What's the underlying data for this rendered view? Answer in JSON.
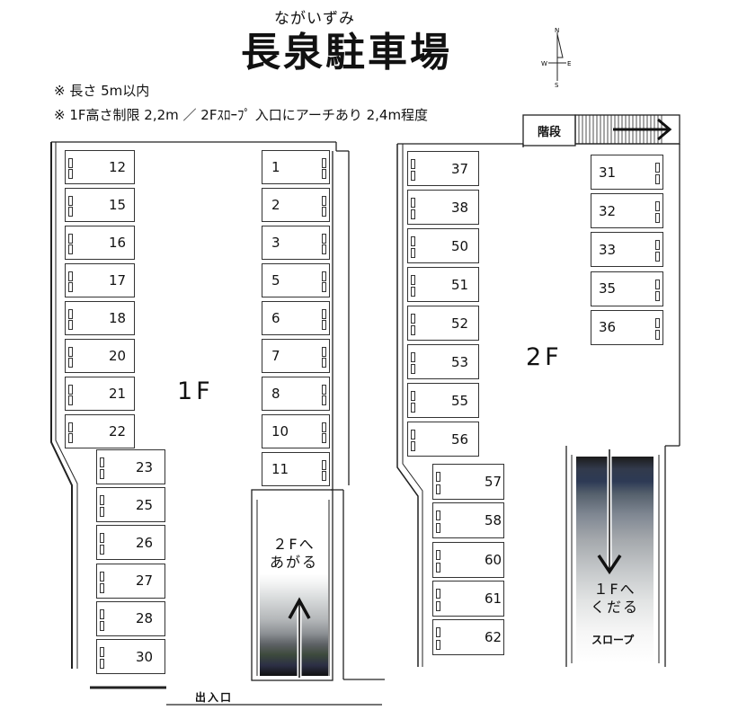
{
  "header": {
    "ruby": "ながいずみ",
    "title": "長泉駐車場",
    "note1": "※ 長さ 5m以内",
    "note2": "※ 1F高さ制限 2,2m ／ 2Fｽﾛｰﾌﾟ 入口にアーチあり 2,4m程度"
  },
  "compass": {
    "n": "N",
    "s": "S",
    "e": "E",
    "w": "W"
  },
  "floor1": {
    "label": "1F",
    "left_column": [
      "12",
      "15",
      "16",
      "17",
      "18",
      "20",
      "21",
      "22"
    ],
    "lower_column": [
      "23",
      "25",
      "26",
      "27",
      "28",
      "30"
    ],
    "right_column": [
      "1",
      "2",
      "3",
      "5",
      "6",
      "7",
      "8",
      "10",
      "11"
    ],
    "ramp_text": [
      "２Fへ",
      "あがる"
    ],
    "entrance": "出入口"
  },
  "floor2": {
    "label": "2F",
    "stairs": "階段",
    "left_column": [
      "37",
      "38",
      "50",
      "51",
      "52",
      "53",
      "55",
      "56"
    ],
    "lower_column": [
      "57",
      "58",
      "60",
      "61",
      "62"
    ],
    "right_column": [
      "31",
      "32",
      "33",
      "35",
      "36"
    ],
    "ramp_text": [
      "１Fへ",
      "くだる"
    ],
    "ramp_label": "スロープ"
  },
  "colors": {
    "line": "#222222",
    "ramp_dark": "#2d3a55",
    "ramp_light": "#ffffff"
  }
}
